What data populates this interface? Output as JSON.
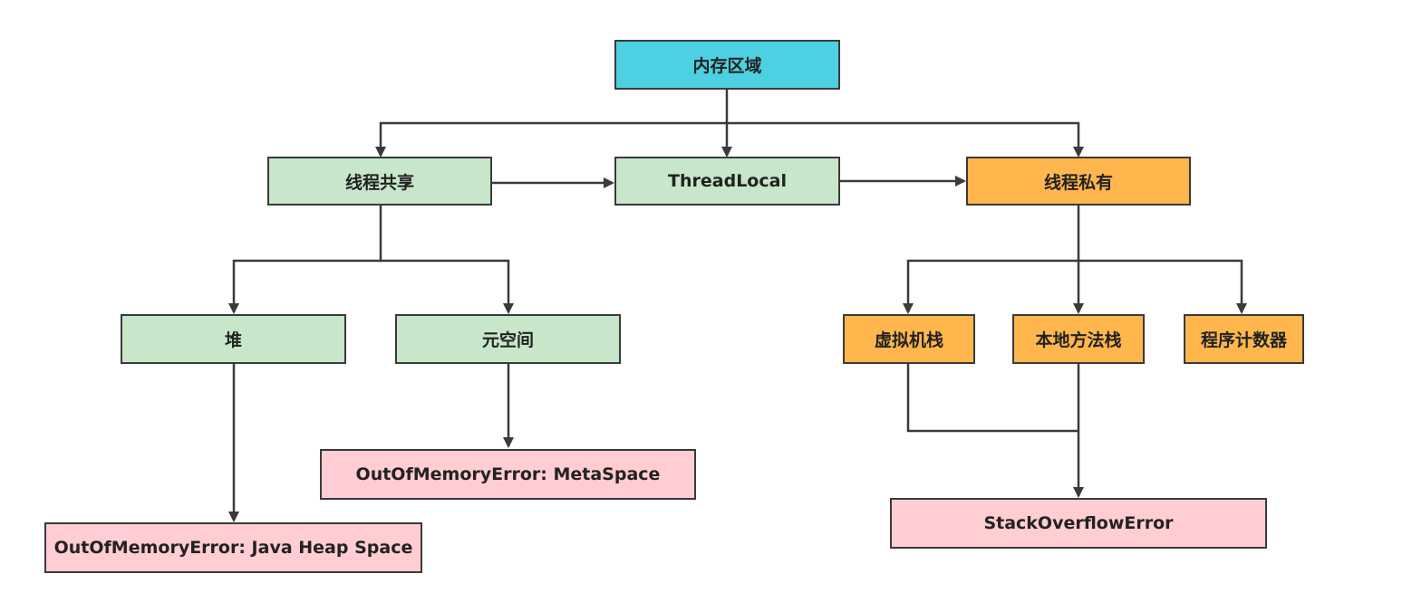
{
  "nodes": {
    "memory_area": "内存区域",
    "thread_shared": "线程共享",
    "thread_local": "ThreadLocal",
    "thread_private": "线程私有",
    "heap": "堆",
    "metaspace": "元空间",
    "vm_stack": "虚拟机栈",
    "native_stack": "本地方法栈",
    "pc_register": "程序计数器",
    "oom_metaspace": "OutOfMemoryError: MetaSpace",
    "oom_heap": "OutOfMemoryError: Java Heap Space",
    "stack_overflow": "StackOverflowError"
  },
  "colors": {
    "root": "#4dd0e1",
    "shared": "#c8e6c9",
    "private": "#ffb74d",
    "error": "#ffcdd2",
    "line": "#3a3a3a"
  }
}
